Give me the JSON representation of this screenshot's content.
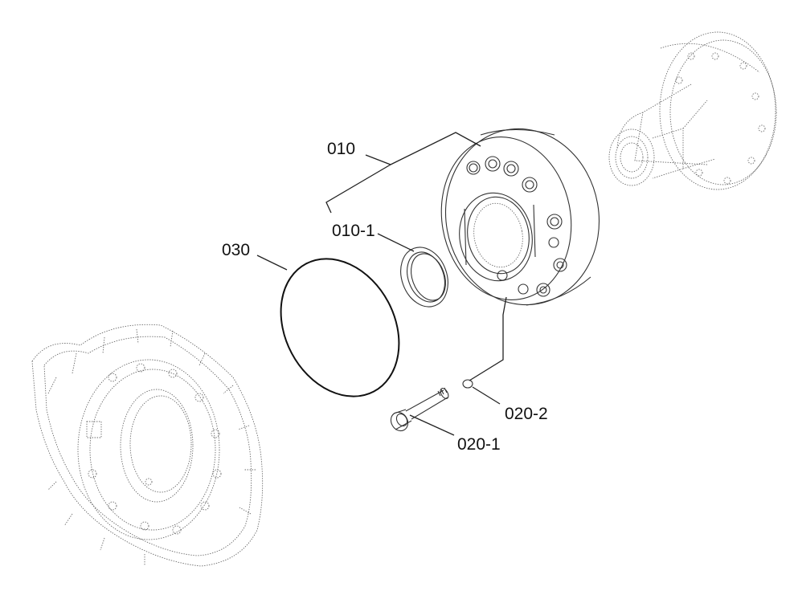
{
  "diagram": {
    "labels": {
      "l010": "010",
      "l010_1": "010-1",
      "l030": "030",
      "l020_2": "020-2",
      "l020_1": "020-1"
    }
  }
}
